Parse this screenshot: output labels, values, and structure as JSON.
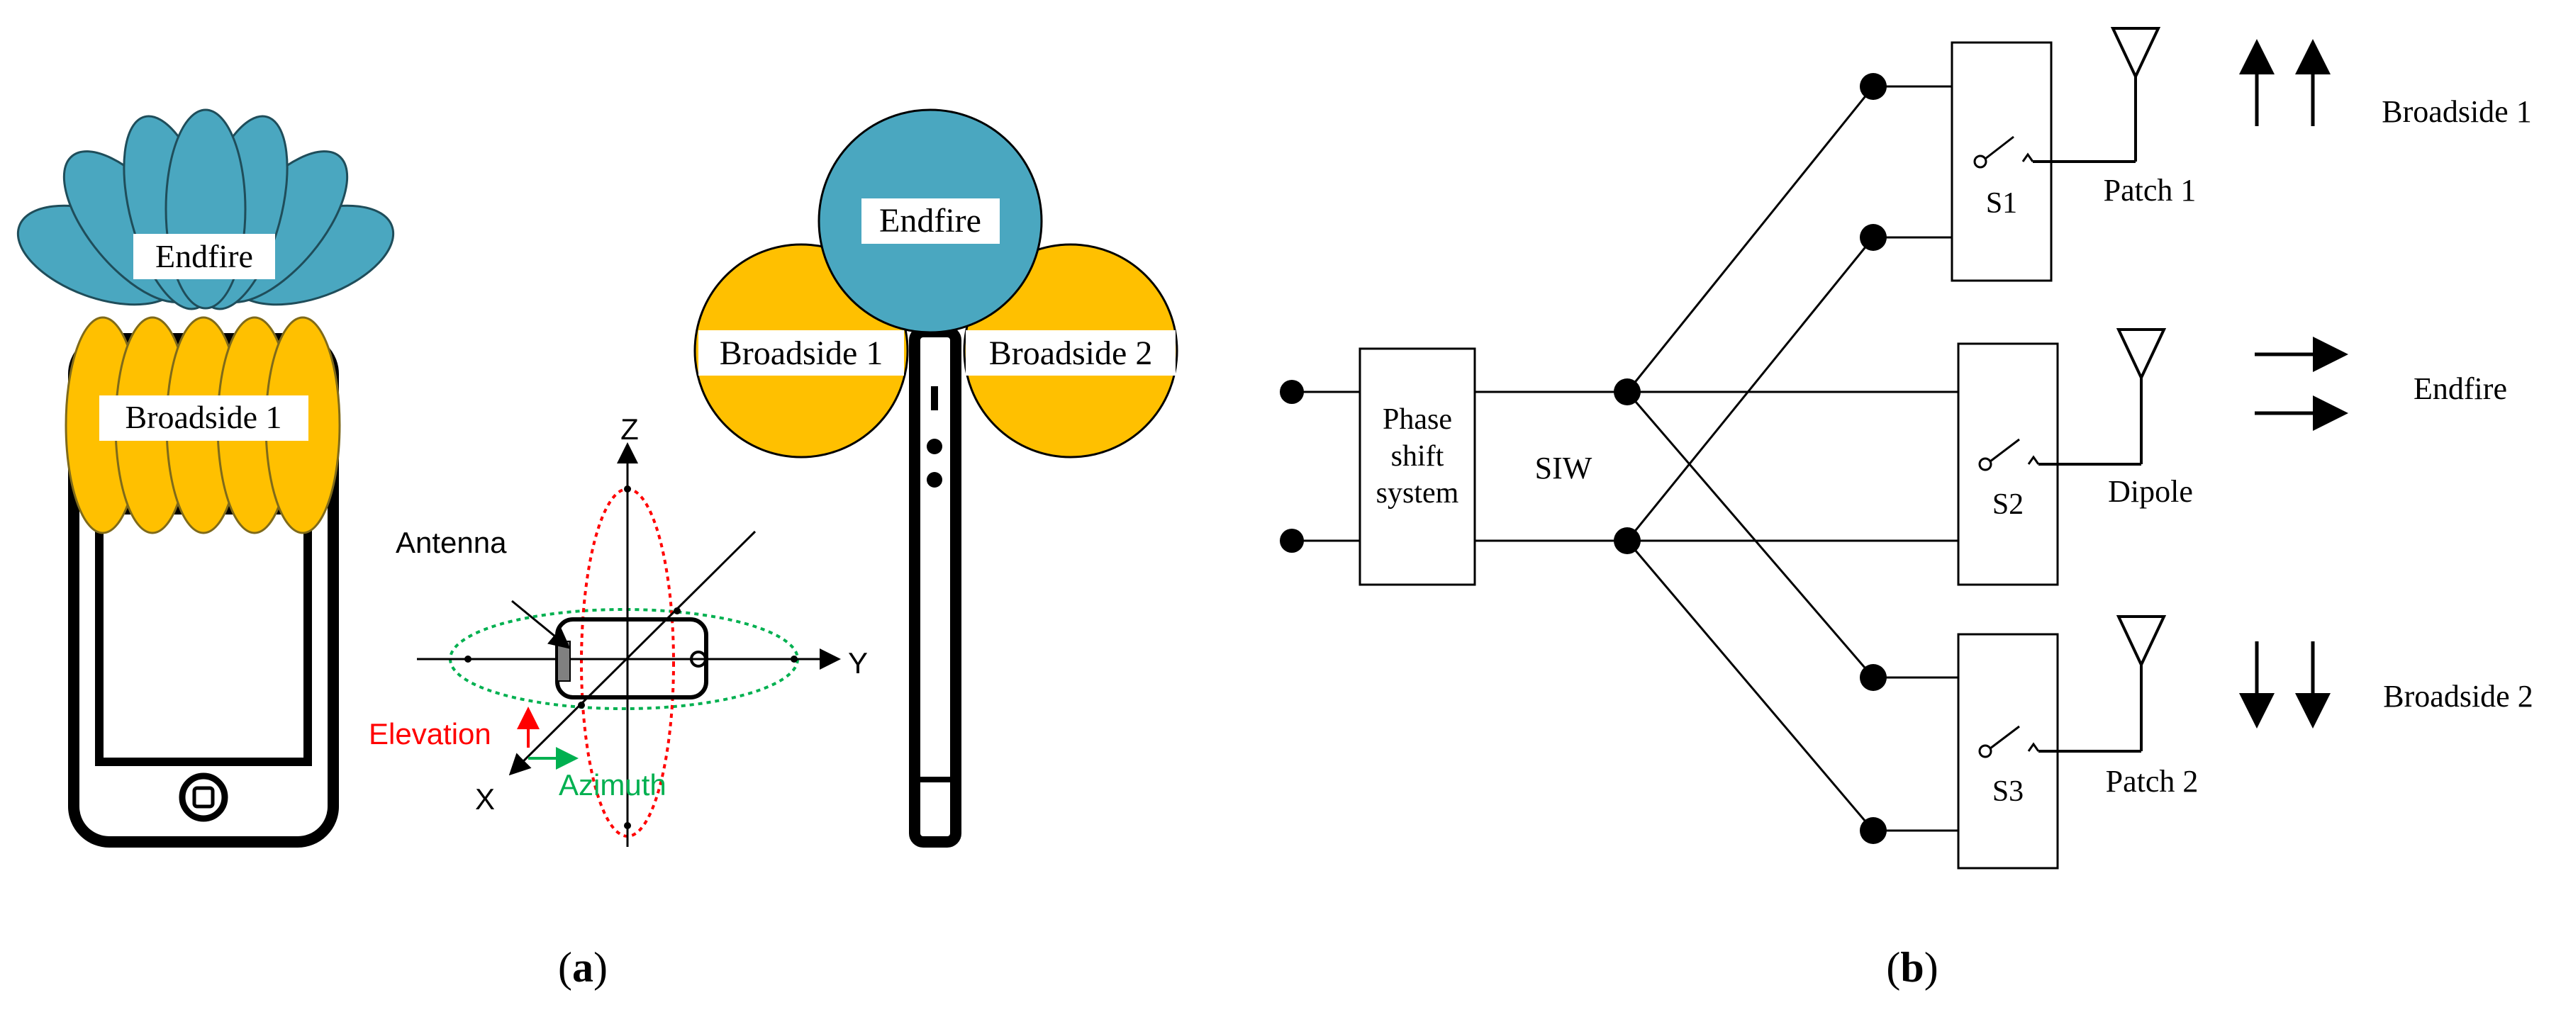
{
  "colors": {
    "endfire_lobe": "#4aa7c0",
    "broadside_lobe": "#ffc000",
    "elevation": "#ff0000",
    "azimuth": "#00b050",
    "line": "#000000"
  },
  "panel_a": {
    "phone_front": {
      "endfire_label": "Endfire",
      "broadside_label": "Broadside 1"
    },
    "axes": {
      "z_label": "Z",
      "y_label": "Y",
      "x_label": "X",
      "antenna_label": "Antenna",
      "elevation_label": "Elevation",
      "azimuth_label": "Azimuth"
    },
    "phone_side": {
      "endfire_label": "Endfire",
      "broadside1_label": "Broadside 1",
      "broadside2_label": "Broadside 2"
    },
    "caption_letter": "a"
  },
  "panel_b": {
    "phase_block_line1": "Phase",
    "phase_block_line2": "shift",
    "phase_block_line3": "system",
    "siw_label": "SIW",
    "switches": [
      {
        "name": "S1",
        "antenna": "Patch 1",
        "beam": "Broadside 1",
        "arrow_dir": "up"
      },
      {
        "name": "S2",
        "antenna": "Dipole",
        "beam": "Endfire",
        "arrow_dir": "right"
      },
      {
        "name": "S3",
        "antenna": "Patch 2",
        "beam": "Broadside 2",
        "arrow_dir": "down"
      }
    ],
    "caption_letter": "b"
  }
}
